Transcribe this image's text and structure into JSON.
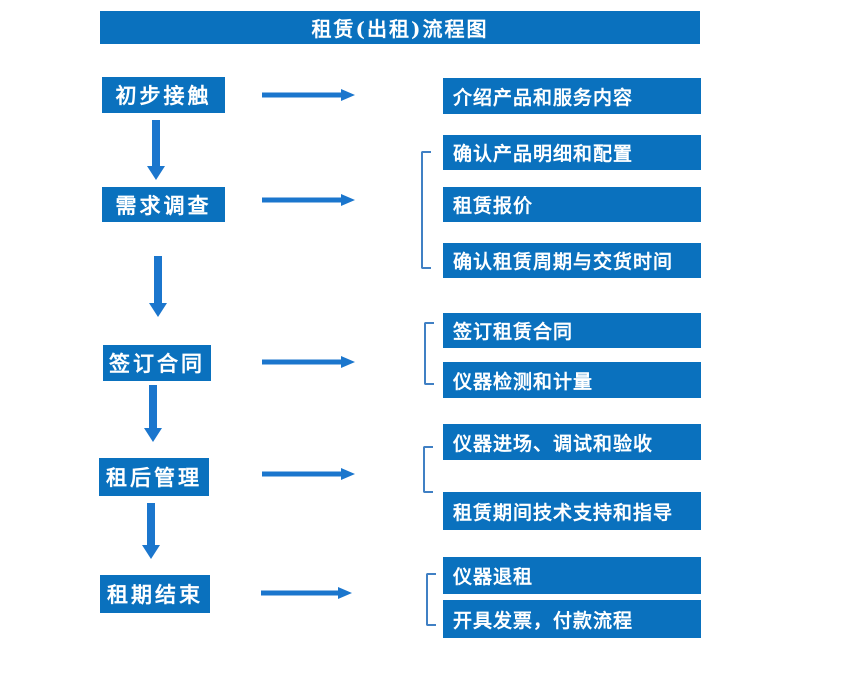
{
  "title": "租赁(出租)流程图",
  "colors": {
    "box": "#0a71be",
    "arrow": "#1b76cd",
    "bracket": "#4080c4",
    "text": "#ffffff",
    "bg": "#ffffff"
  },
  "stages": [
    {
      "label": "初步接触",
      "details": [
        "介绍产品和服务内容"
      ]
    },
    {
      "label": "需求调查",
      "details": [
        "确认产品明细和配置",
        "租赁报价",
        "确认租赁周期与交货时间"
      ]
    },
    {
      "label": "签订合同",
      "details": [
        "签订租赁合同",
        "仪器检测和计量"
      ]
    },
    {
      "label": "租后管理",
      "details": [
        "仪器进场、调试和验收",
        "租赁期间技术支持和指导"
      ]
    },
    {
      "label": "租期结束",
      "details": [
        "仪器退租",
        "开具发票，付款流程"
      ]
    }
  ]
}
